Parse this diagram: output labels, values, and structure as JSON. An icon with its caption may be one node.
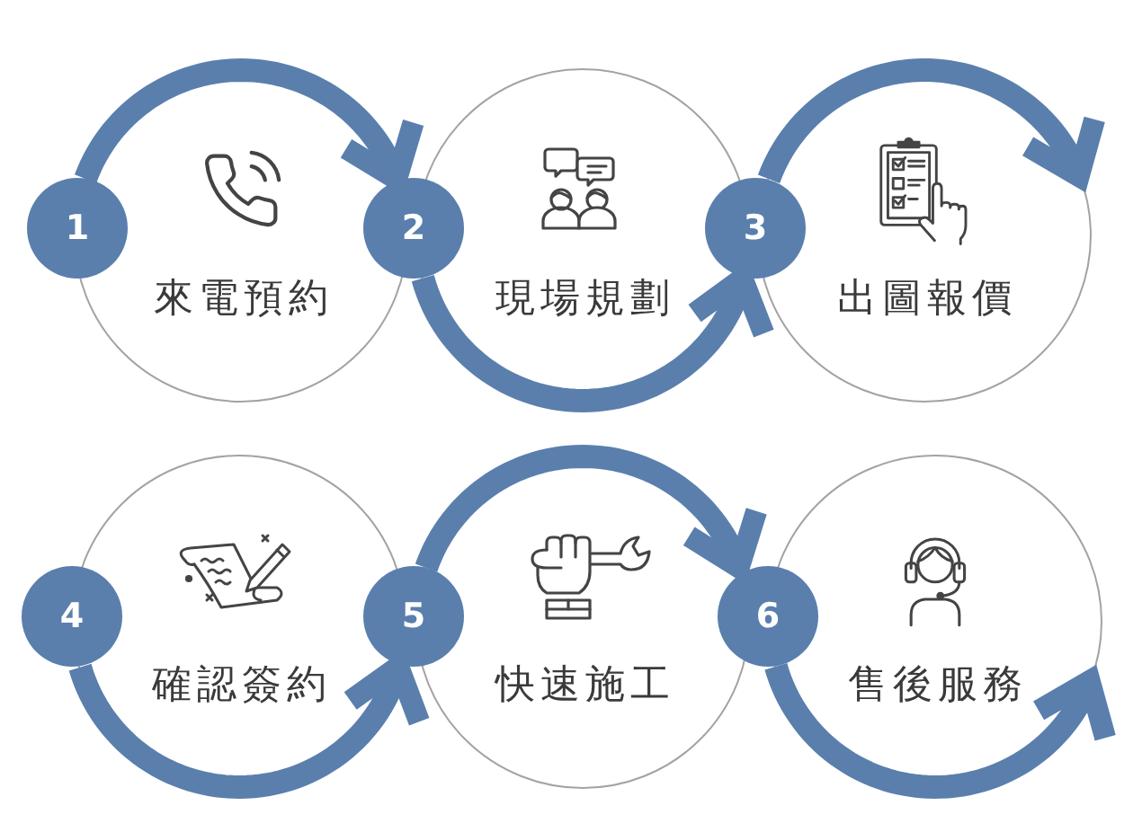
{
  "diagram": {
    "nodes": [
      {
        "text": [
          "1"
        ]
      },
      {
        "text": [
          "來電預約"
        ]
      },
      {
        "text": [
          "2"
        ]
      },
      {
        "text": [
          "現場規劃"
        ]
      },
      {
        "text": [
          "3"
        ]
      },
      {
        "text": [
          "出圖報價"
        ]
      },
      {
        "text": [
          "4"
        ]
      },
      {
        "text": [
          "確認簽約"
        ]
      },
      {
        "text": [
          "5"
        ]
      },
      {
        "text": [
          "快速施工"
        ]
      },
      {
        "text": [
          "6"
        ]
      },
      {
        "text": [
          "售後服務"
        ]
      }
    ],
    "edges": [
      {
        "from": 1,
        "to": 2,
        "arrow": "to"
      },
      {
        "from": 3,
        "to": 4,
        "arrow": "to"
      },
      {
        "from": 4,
        "to": 5,
        "arrow": "to"
      },
      {
        "from": 7,
        "to": 8,
        "arrow": "to"
      },
      {
        "from": 9,
        "to": 10,
        "arrow": "to"
      },
      {
        "from": 10,
        "to": 11,
        "arrow": "to"
      }
    ]
  }
}
